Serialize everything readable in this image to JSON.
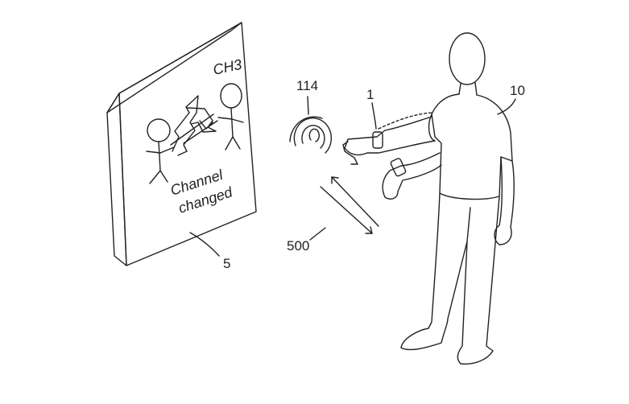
{
  "screen": {
    "channel_label": "CH3",
    "message_line1": "Channel",
    "message_line2": "changed"
  },
  "references": {
    "display_device": "5",
    "wearable_device": "1",
    "user": "10",
    "signal": "114",
    "communication": "500"
  }
}
